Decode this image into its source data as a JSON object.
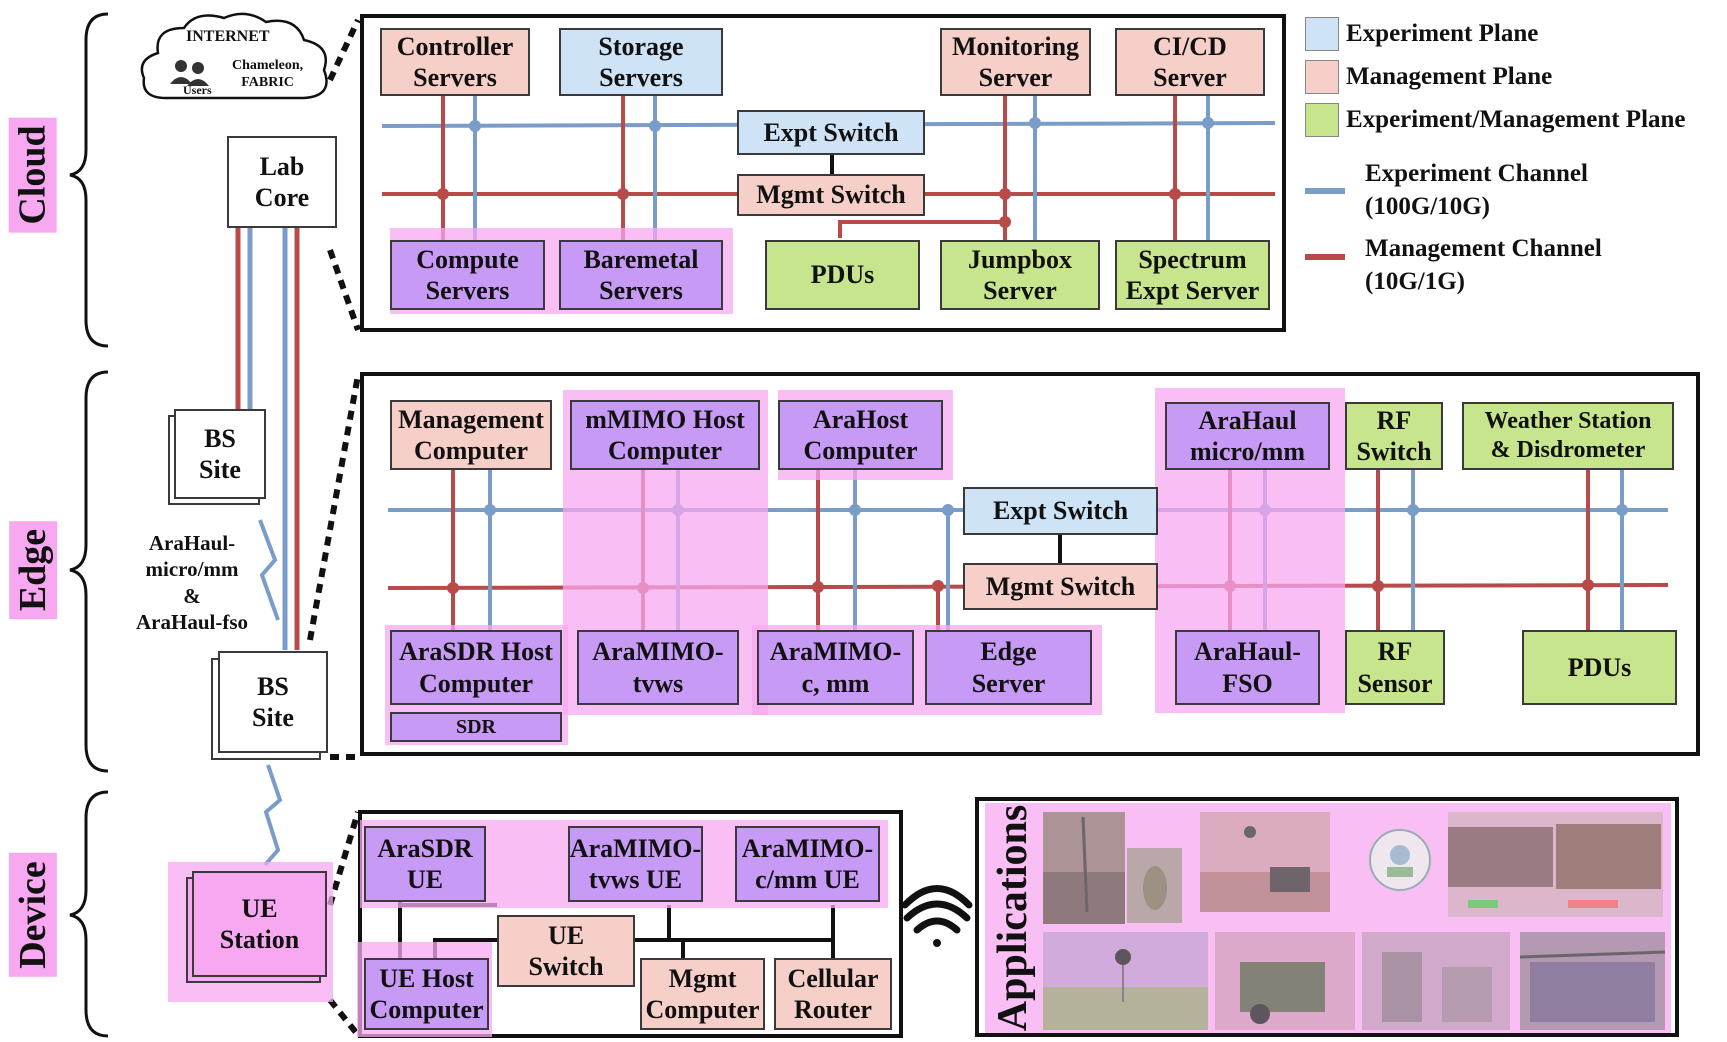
{
  "sections": {
    "cloud": "Cloud",
    "edge": "Edge",
    "device": "Device"
  },
  "legend": {
    "experiment_plane": "Experiment Plane",
    "management_plane": "Management Plane",
    "expt_mgmt_plane": "Experiment/Management Plane",
    "experiment_channel": "Experiment Channel\n(100G/10G)",
    "management_channel": "Management Channel\n(10G/1G)"
  },
  "colors": {
    "experiment": "#cfe3f7",
    "management": "#f7cfc9",
    "expt_mgmt": "#c6e58c",
    "experiment_line": "#7a9cc8",
    "management_line": "#b84a4a",
    "highlight": "#f7a8f0",
    "node": "#c79af5"
  },
  "cloud": {
    "internet": "INTERNET",
    "users": "Users",
    "testbeds": "Chameleon,\nFABRIC",
    "lab_core": "Lab\nCore",
    "controller": "Controller\nServers",
    "storage": "Storage\nServers",
    "monitoring": "Monitoring\nServer",
    "cicd": "CI/CD\nServer",
    "expt_switch": "Expt Switch",
    "mgmt_switch": "Mgmt Switch",
    "compute": "Compute\nServers",
    "baremetal": "Baremetal\nServers",
    "pdus": "PDUs",
    "jumpbox": "Jumpbox\nServer",
    "spectrum": "Spectrum\nExpt Server"
  },
  "edge": {
    "bs_site_top": "BS\nSite",
    "bs_site_bottom": "BS\nSite",
    "arahaul_label": "AraHaul-\nmicro/mm\n&\nAraHaul-fso",
    "management_computer": "Management\nComputer",
    "mmimo_host": "mMIMO Host\nComputer",
    "arahost": "AraHost\nComputer",
    "arahaul_micro": "AraHaul\nmicro/mm",
    "rf_switch": "RF\nSwitch",
    "weather": "Weather Station\n& Disdrometer",
    "expt_switch": "Expt Switch",
    "mgmt_switch": "Mgmt Switch",
    "arasdr_host": "AraSDR Host\nComputer",
    "sdr": "SDR",
    "aramimo_tvws": "AraMIMO-\ntvws",
    "aramimo_cmm": "AraMIMO-\nc, mm",
    "edge_server": "Edge\nServer",
    "arahaul_fso": "AraHaul-\nFSO",
    "rf_sensor": "RF\nSensor",
    "pdus": "PDUs"
  },
  "device": {
    "ue_station": "UE\nStation",
    "arasdr_ue": "AraSDR\nUE",
    "aramimo_tvws_ue": "AraMIMO-\ntvws UE",
    "aramimo_cmm_ue": "AraMIMO-\nc/mm UE",
    "ue_switch": "UE\nSwitch",
    "ue_host": "UE Host\nComputer",
    "mgmt_computer": "Mgmt\nComputer",
    "cellular_router": "Cellular\nRouter",
    "applications": "Applications"
  }
}
